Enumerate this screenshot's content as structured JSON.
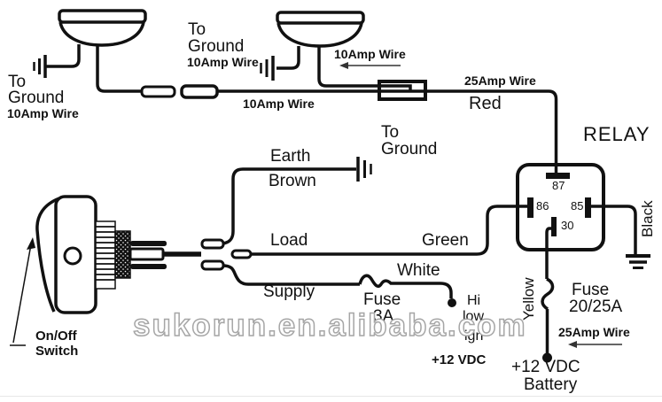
{
  "colors": {
    "line": "#111111",
    "background": "#ffffff",
    "watermark_outline": "#a6a6a6"
  },
  "watermark": "sukorun.en.alibaba.com",
  "lamp_left_ground": {
    "to": "To",
    "ground": "Ground",
    "wire": "10Amp Wire"
  },
  "lamp_mid_ground": {
    "to": "To",
    "ground": "Ground",
    "wire": "10Amp Wire"
  },
  "lamp_mid_feed_wire": "10Amp Wire",
  "main_feed_wire": "10Amp Wire",
  "relay_feed": {
    "wire": "25Amp Wire",
    "color": "Red"
  },
  "relay": {
    "title": "RELAY",
    "pin_87": "87",
    "pin_86": "86",
    "pin_85": "85",
    "pin_30": "30",
    "ground_wire_color": "Black"
  },
  "switch": {
    "label_line1": "On/Off",
    "label_line2": "Switch",
    "earth_wire": {
      "label": "Earth",
      "color": "Brown",
      "ground_to": "To",
      "ground": "Ground"
    },
    "load_wire": {
      "label": "Load",
      "color": "Green"
    },
    "supply_wire": {
      "label": "Supply",
      "color": "White",
      "fuse": "Fuse",
      "fuse_rating": "3A",
      "source_line1": "Hi",
      "source_line2": "low",
      "source_line3": "ign",
      "source": "+12 VDC"
    }
  },
  "battery_feed": {
    "wire_color": "Yellow",
    "fuse": "Fuse",
    "fuse_rating": "20/25A",
    "wire": "25Amp Wire",
    "source_line1": "+12 VDC",
    "source_line2": "Battery"
  }
}
